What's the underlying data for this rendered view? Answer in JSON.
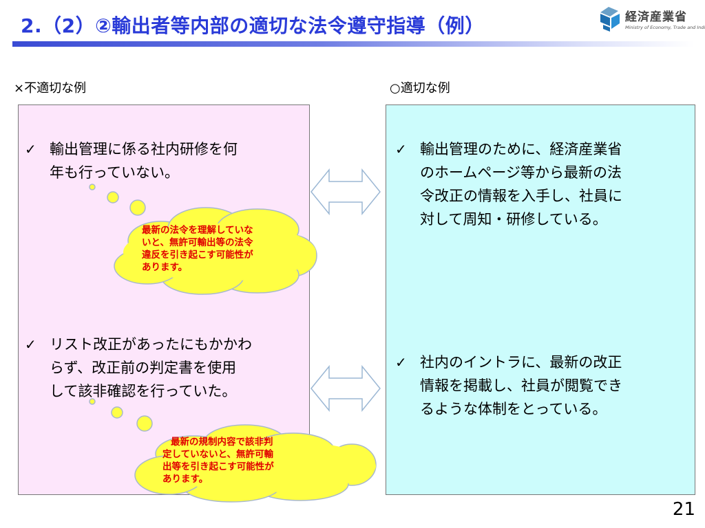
{
  "slide": {
    "title": "2.（2）②輸出者等内部の適切な法令遵守指導（例）",
    "page_number": "21"
  },
  "logo": {
    "name": "経済産業省",
    "subtitle": "Ministry of Economy, Trade and Industry"
  },
  "left": {
    "label": "×不適切な例",
    "item1": {
      "lines": [
        "輸出管理に係る社内研修を何",
        "年も行っていない。"
      ]
    },
    "cloud1": {
      "lines": [
        "最新の法令を理解していな",
        "いと、無許可輸出等の法令",
        "違反を引き起こす可能性が",
        "あります。"
      ]
    },
    "item2": {
      "lines": [
        "リスト改正があったにもかかわ",
        "らず、改正前の判定書を使用",
        "して該非確認を行っていた。"
      ]
    },
    "cloud2": {
      "lines": [
        "最新の規制内容で該非判",
        "定していないと、無許可輸",
        "出等を引き起こす可能性が",
        "あります。"
      ]
    }
  },
  "right": {
    "label": "○適切な例",
    "item1": {
      "lines": [
        "輸出管理のために、経済産業省",
        "のホームページ等から最新の法",
        "令改正の情報を入手し、社員に",
        "対して周知・研修している。"
      ]
    },
    "item2": {
      "lines": [
        "社内のイントラに、最新の改正",
        "情報を掲載し、社員が閲覧でき",
        "るような体制をとっている。"
      ]
    }
  },
  "check_mark": "✓",
  "colors": {
    "title": "#2a3bd8",
    "left_panel": "#fde6fb",
    "right_panel": "#ccfcfc",
    "cloud_fill": "#ffff44",
    "cloud_text": "#e00000"
  },
  "icons": [
    "meti-logo-icon",
    "check-icon",
    "double-arrow-icon",
    "thought-cloud-icon"
  ]
}
